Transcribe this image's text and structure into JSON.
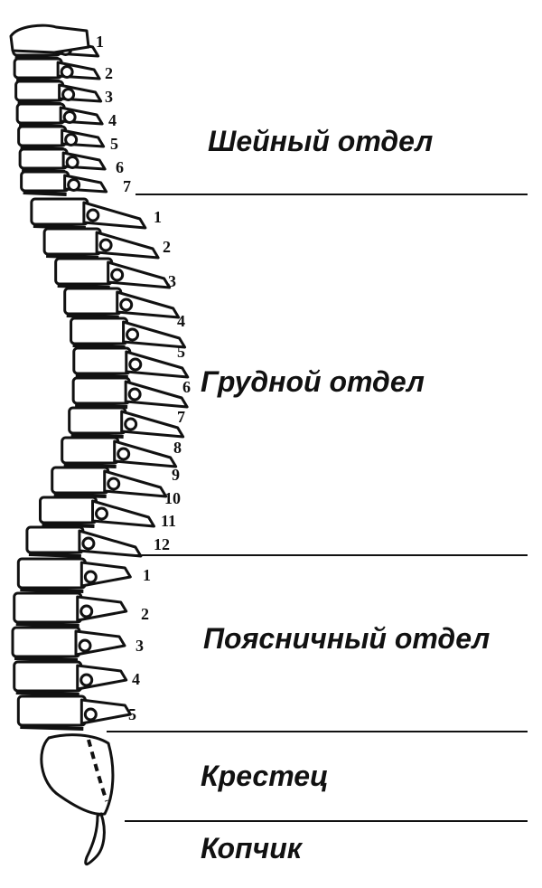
{
  "regions": {
    "cervical": {
      "label": "Шейный отдел",
      "vertebrae": [
        "1",
        "2",
        "3",
        "4",
        "5",
        "6",
        "7"
      ]
    },
    "thoracic": {
      "label": "Грудной отдел",
      "vertebrae": [
        "1",
        "2",
        "3",
        "4",
        "5",
        "6",
        "7",
        "8",
        "9",
        "10",
        "11",
        "12"
      ]
    },
    "lumbar": {
      "label": "Поясничный отдел",
      "vertebrae": [
        "1",
        "2",
        "3",
        "4",
        "5"
      ]
    },
    "sacrum": {
      "label": "Крестец"
    },
    "coccyx": {
      "label": "Копчик"
    }
  },
  "colors": {
    "ink": "#111111",
    "background": "#ffffff"
  }
}
